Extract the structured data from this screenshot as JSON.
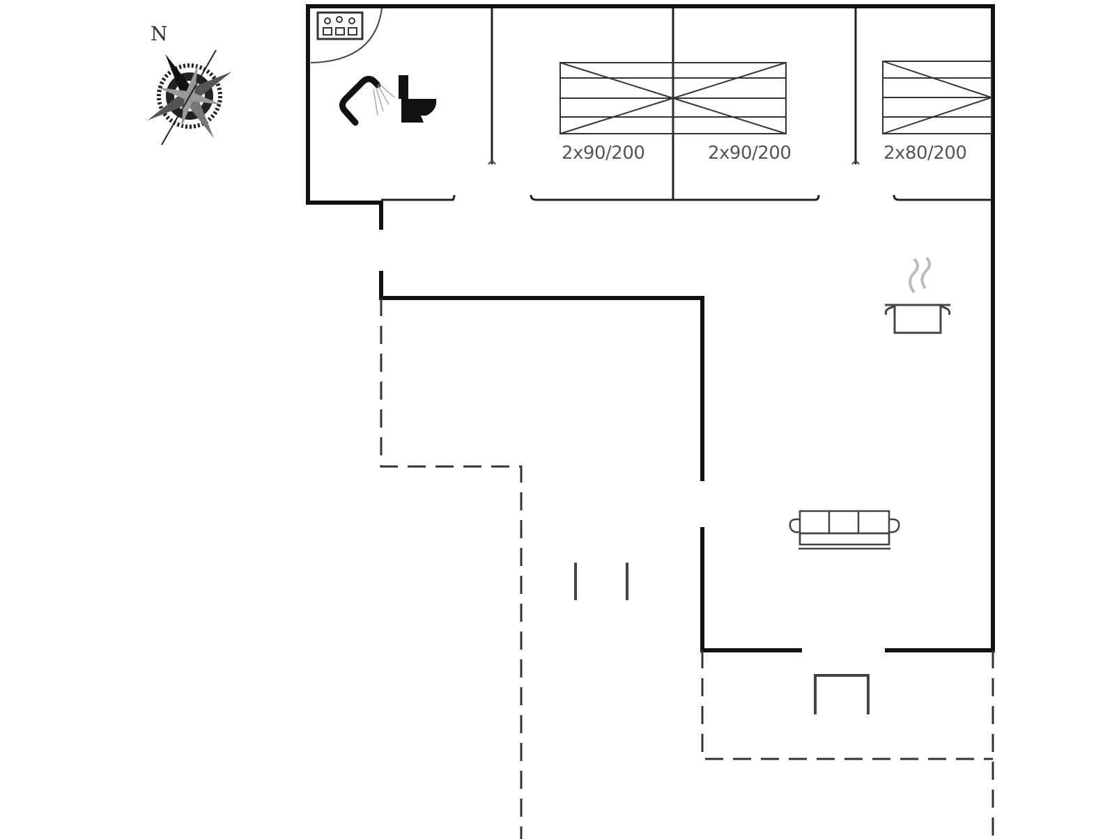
{
  "compass": {
    "north_label": "N",
    "icon": "compass-rose-icon"
  },
  "rooms": {
    "bathroom": {
      "icons": [
        "shower-icon",
        "toilet-icon",
        "washing-machine-icon"
      ]
    },
    "bedrooms": [
      {
        "bed_label": "2x90/200",
        "icon": "bed-icon"
      },
      {
        "bed_label": "2x90/200",
        "icon": "bed-icon"
      },
      {
        "bed_label": "2x80/200",
        "icon": "bed-icon"
      }
    ],
    "kitchen": {
      "icon": "cooking-pot-icon"
    },
    "living_room": {
      "icon": "sofa-icon"
    },
    "entrance": {
      "icon": "entrance-steps-icon"
    },
    "terrace": {
      "icon": "terrace-marker-icon"
    }
  },
  "colors": {
    "wall": "#111111",
    "outline": "#333333",
    "background": "#ffffff"
  }
}
